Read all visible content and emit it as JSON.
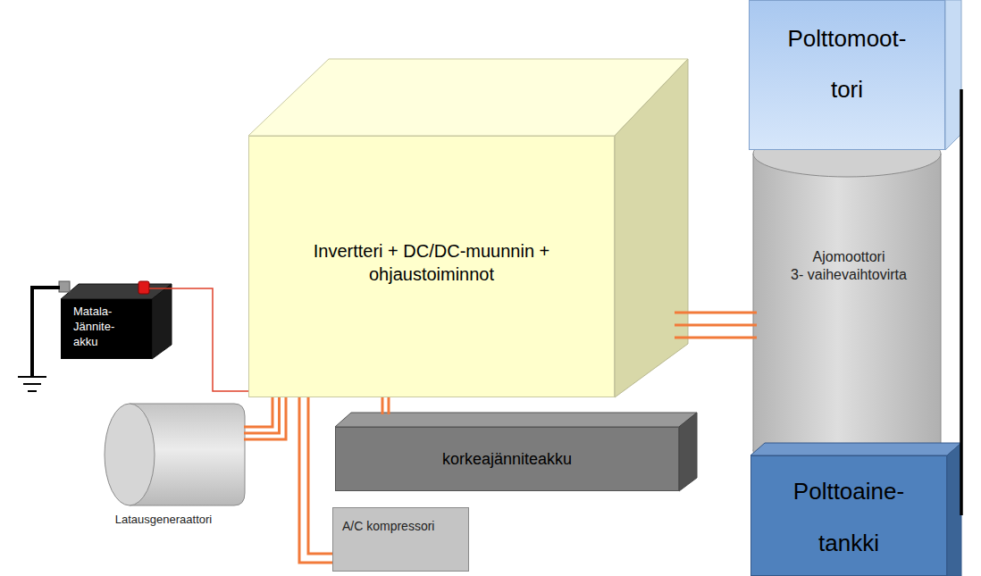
{
  "diagram": {
    "nodes": [
      {
        "text": [
          "Invertteri + DC/DC-muunnin + ohjaustoiminnot"
        ]
      },
      {
        "text": [
          "Matala- Jännite- akku"
        ]
      },
      {
        "text": [
          "Latausgeneraattori"
        ]
      },
      {
        "text": [
          "korkeajänniteakku"
        ]
      },
      {
        "text": [
          "A/C kompressori"
        ]
      },
      {
        "text": [
          "Ajomoottori",
          "3- vaihevaihtovirta"
        ]
      },
      {
        "text": [
          "Polttomoot- tori"
        ]
      },
      {
        "text": [
          "Polttoaine- tankki"
        ]
      }
    ],
    "edges": [
      {
        "from": 1,
        "to": 0,
        "arrow": "none"
      },
      {
        "from": 0,
        "to": 2,
        "arrow": "none"
      },
      {
        "from": 0,
        "to": 3,
        "arrow": "none"
      },
      {
        "from": 0,
        "to": 4,
        "arrow": "none"
      },
      {
        "from": 0,
        "to": 5,
        "arrow": "none"
      },
      {
        "from": 6,
        "to": 7,
        "arrow": "none"
      }
    ]
  }
}
